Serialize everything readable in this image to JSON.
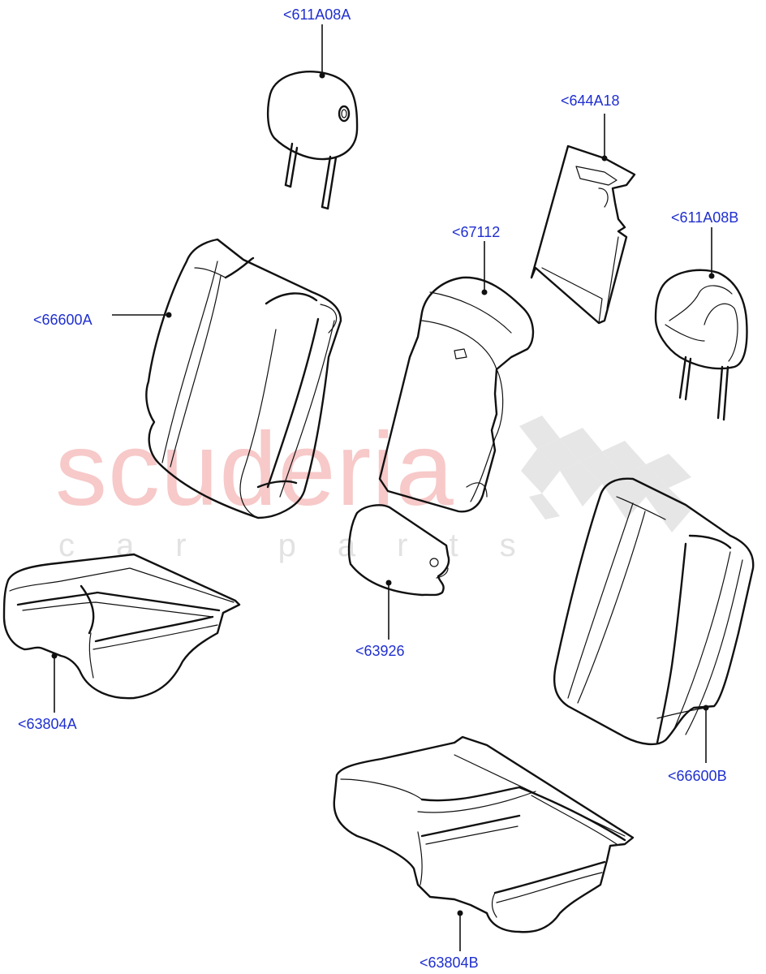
{
  "watermark": {
    "brand": "scuderia",
    "tagline": "car parts"
  },
  "labels": {
    "headrest_a": "<611A08A",
    "backrest_a": "<66600A",
    "cushion_a": "<63804A",
    "panel": "<644A18",
    "headrest_b": "<611A08B",
    "armrest_top": "<67112",
    "armrest_pad": "<63926",
    "backrest_b": "<66600B",
    "cushion_b": "<63804B"
  },
  "colors": {
    "label": "#1f2fd0",
    "watermark_brand": "#f7c9c9",
    "watermark_tagline": "#e2e2e2",
    "line": "#111111"
  }
}
